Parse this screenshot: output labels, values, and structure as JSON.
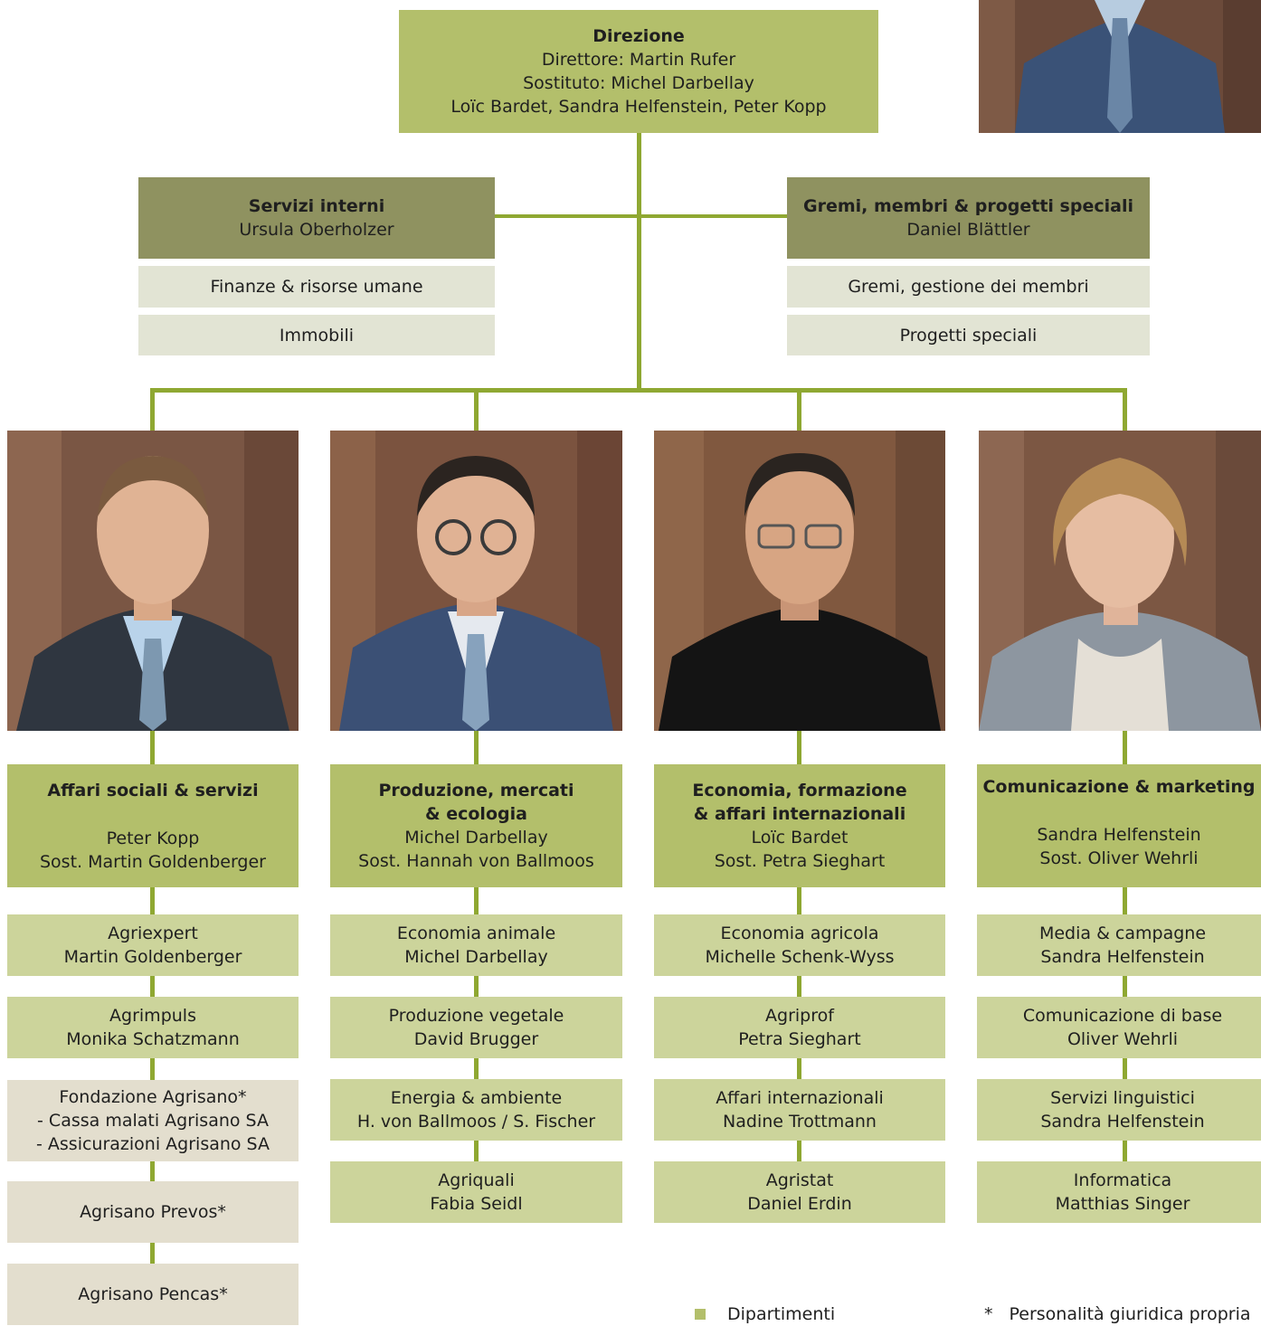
{
  "colors": {
    "department": "#b3bf6b",
    "staff_unit": "#8f9260",
    "division": "#ccd49b",
    "staff_sub": "#e2e4d4",
    "legal_entity": "#e3dece",
    "connector": "#8fa832"
  },
  "direzione": {
    "title": "Direzione",
    "line1": "Direttore: Martin Rufer",
    "line2": "Sostituto: Michel Darbellay",
    "line3": "Loïc Bardet, Sandra Helfenstein, Peter Kopp"
  },
  "servizi_interni": {
    "title": "Servizi interni",
    "head": "Ursula Oberholzer",
    "items": [
      "Finanze & risorse umane",
      "Immobili"
    ]
  },
  "gremi": {
    "title": "Gremi, membri & progetti speciali",
    "head": "Daniel Blättler",
    "items": [
      "Gremi, gestione dei membri",
      "Progetti speciali"
    ]
  },
  "departments": [
    {
      "title1": "Affari sociali & servizi",
      "title2": "",
      "head": "Peter Kopp",
      "deputy": "Sost. Martin Goldenberger",
      "units": [
        {
          "line1": "Agriexpert",
          "line2": "Martin Goldenberger"
        },
        {
          "line1": "Agrimpuls",
          "line2": "Monika Schatzmann"
        },
        {
          "line1": "Fondazione Agrisano*",
          "line2": "- Cassa malati Agrisano SA",
          "line3": "- Assicurazioni Agrisano SA"
        },
        {
          "line1": "Agrisano Prevos*"
        },
        {
          "line1": "Agrisano Pencas*"
        }
      ]
    },
    {
      "title1": "Produzione, mercati",
      "title2": "& ecologia",
      "head": "Michel Darbellay",
      "deputy": "Sost. Hannah von Ballmoos",
      "units": [
        {
          "line1": "Economia animale",
          "line2": "Michel Darbellay"
        },
        {
          "line1": "Produzione vegetale",
          "line2": "David Brugger"
        },
        {
          "line1": "Energia & ambiente",
          "line2": "H. von Ballmoos / S. Fischer"
        },
        {
          "line1": "Agriquali",
          "line2": "Fabia Seidl"
        }
      ]
    },
    {
      "title1": "Economia, formazione",
      "title2": "& affari internazionali",
      "head": "Loïc Bardet",
      "deputy": "Sost. Petra Sieghart",
      "units": [
        {
          "line1": "Economia agricola",
          "line2": "Michelle Schenk-Wyss"
        },
        {
          "line1": "Agriprof",
          "line2": "Petra Sieghart"
        },
        {
          "line1": "Affari internazionali",
          "line2": "Nadine Trottmann"
        },
        {
          "line1": "Agristat",
          "line2": "Daniel Erdin"
        }
      ]
    },
    {
      "title1": "Comunicazione & marketing",
      "title2": "",
      "head": "Sandra Helfenstein",
      "deputy": "Sost. Oliver Wehrli",
      "units": [
        {
          "line1": "Media & campagne",
          "line2": "Sandra Helfenstein"
        },
        {
          "line1": "Comunicazione di base",
          "line2": "Oliver Wehrli"
        },
        {
          "line1": "Servizi linguistici",
          "line2": "Sandra Helfenstein"
        },
        {
          "line1": "Informatica",
          "line2": "Matthias Singer"
        }
      ]
    }
  ],
  "legend": {
    "departments": "Dipartimenti",
    "asterisk": "*",
    "legal_note": "Personalità giuridica propria"
  }
}
